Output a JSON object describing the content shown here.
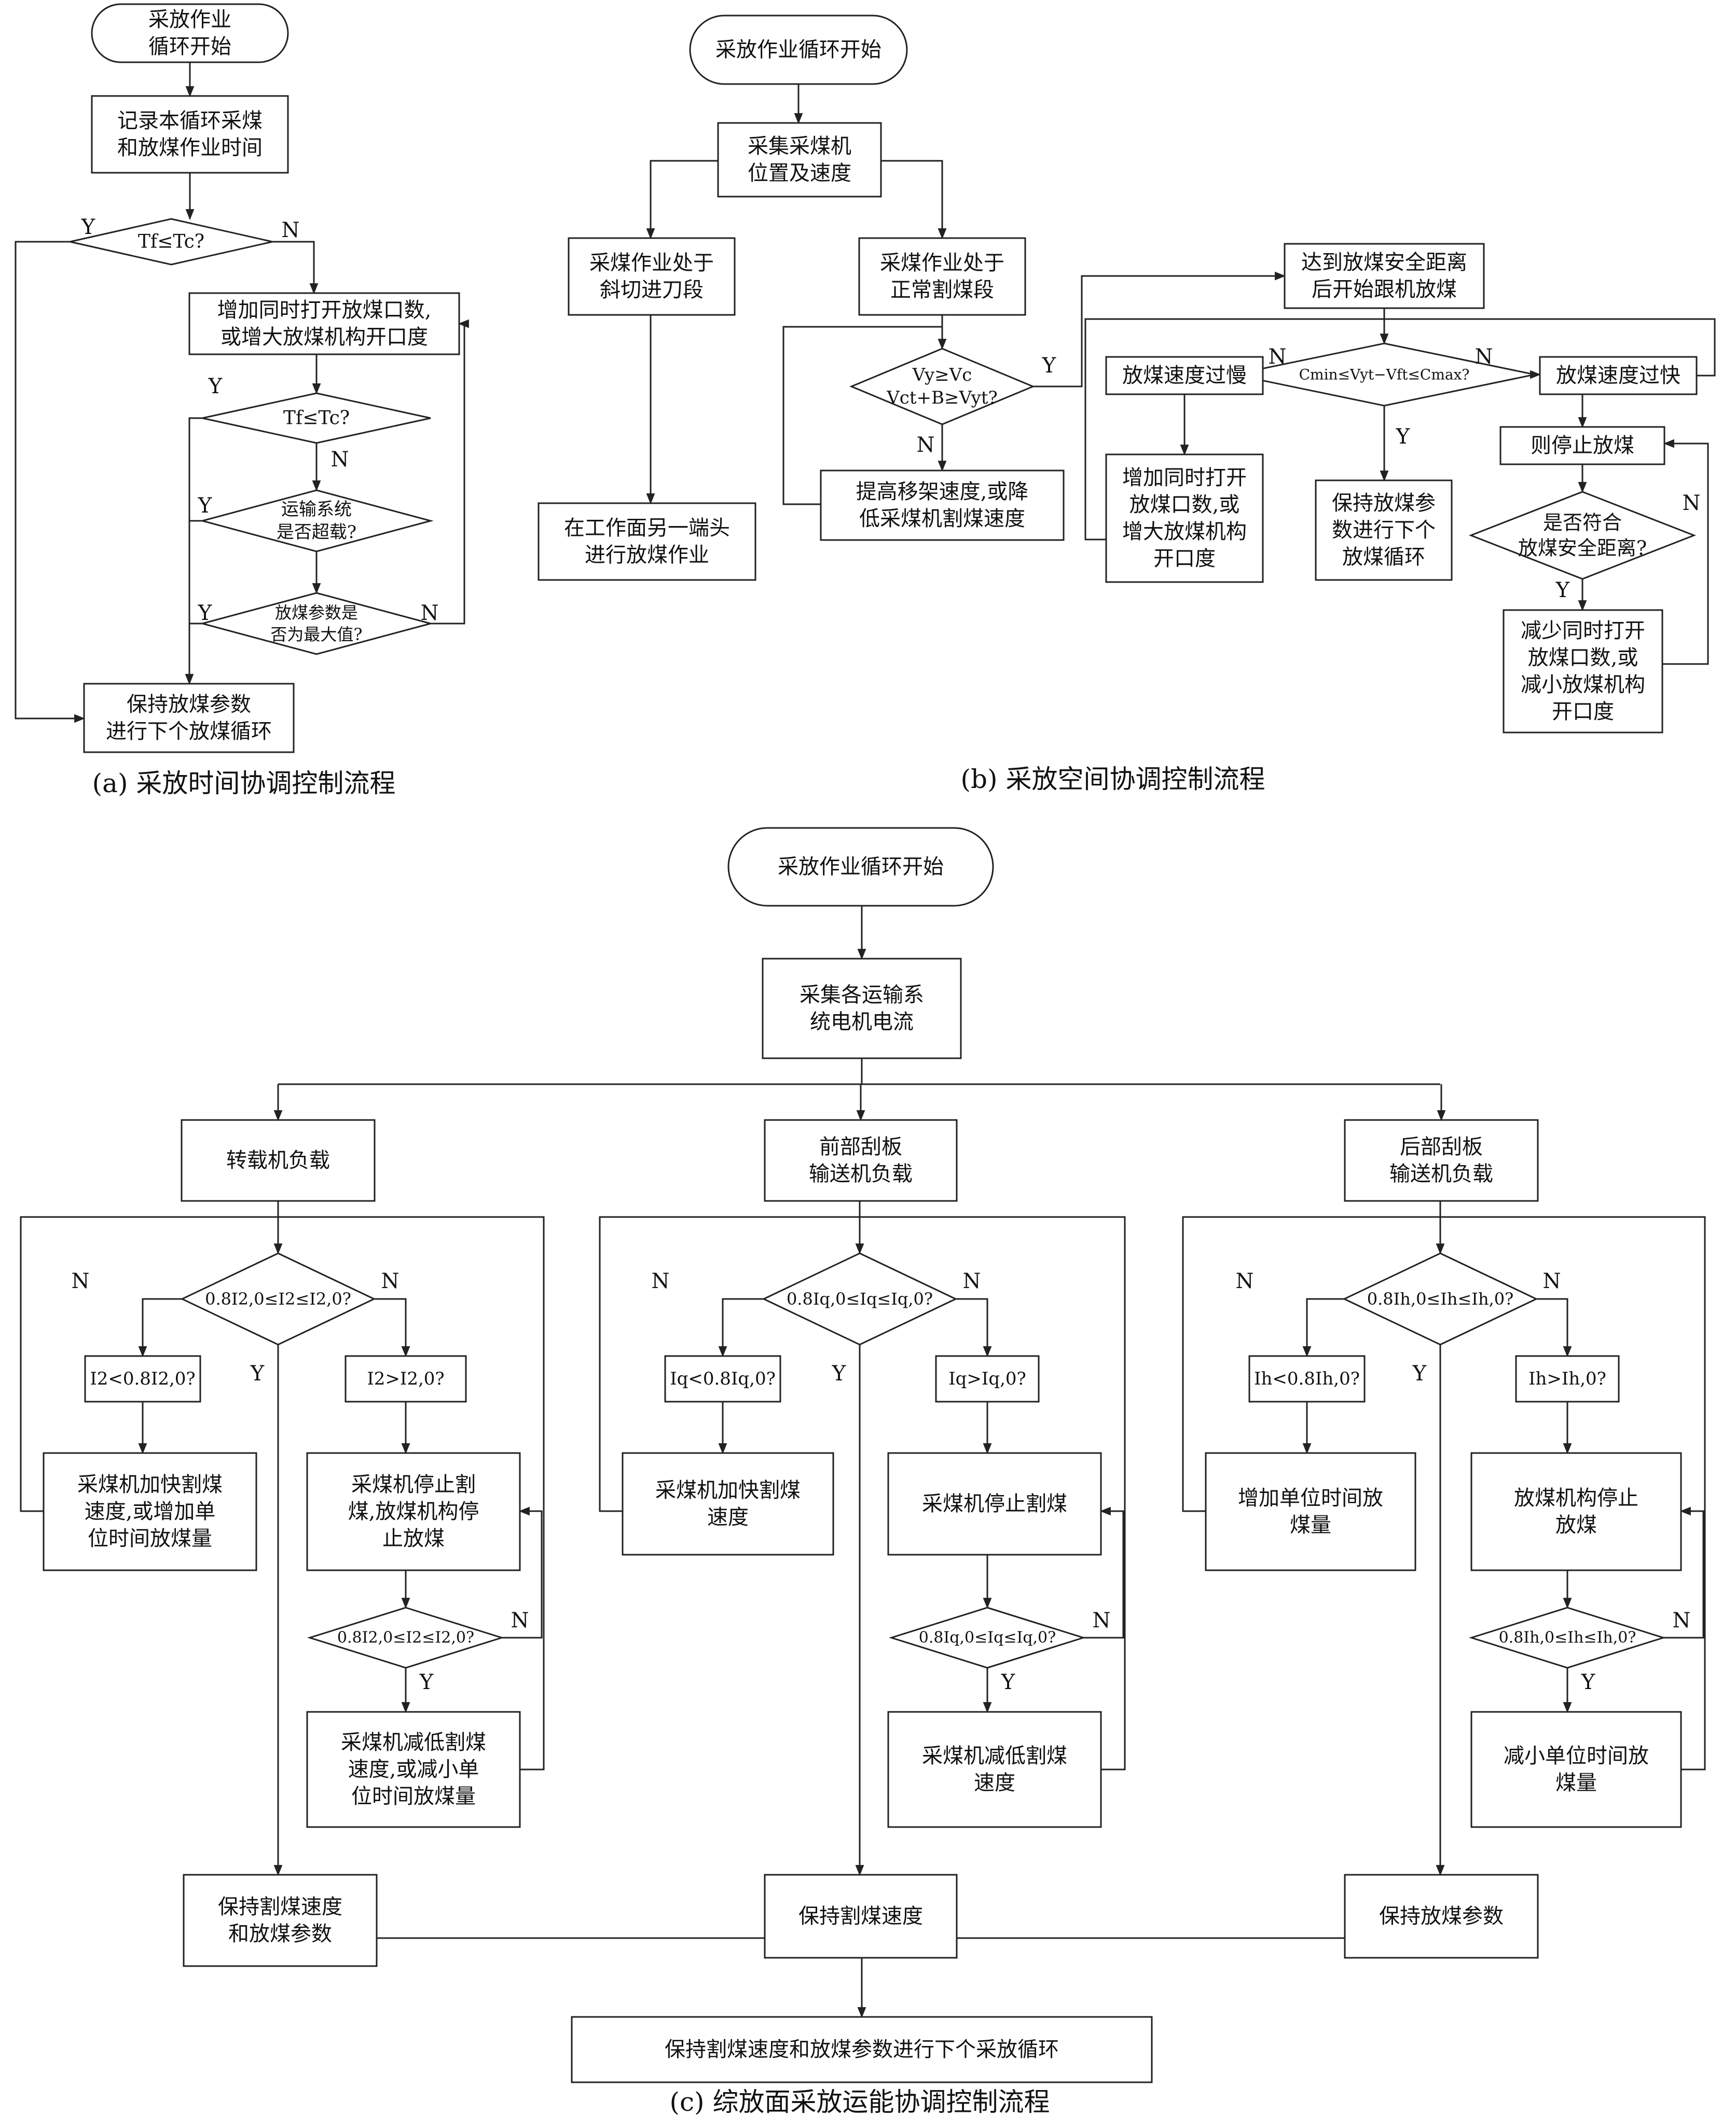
{
  "panel_a": {
    "caption": "(a) 采放时间协调控制流程",
    "start": [
      "采放作业",
      "循环开始"
    ],
    "record": [
      "记录本循环采煤",
      "和放煤作业时间"
    ],
    "check1": "Tf≤Tc?",
    "increase": [
      "增加同时打开放煤口数,",
      "或增大放煤机构开口度"
    ],
    "check2": "Tf≤Tc?",
    "overload": [
      "运输系统",
      "是否超载?"
    ],
    "maxparam": [
      "放煤参数是",
      "否为最大值?"
    ],
    "keep": [
      "保持放煤参数",
      "进行下个放煤循环"
    ]
  },
  "panel_b": {
    "caption": "(b) 采放空间协调控制流程",
    "start": "采放作业循环开始",
    "collect": [
      "采集采煤机",
      "位置及速度"
    ],
    "oblique": [
      "采煤作业处于",
      "斜切进刀段"
    ],
    "normal": [
      "采煤作业处于",
      "正常割煤段"
    ],
    "vcheck": [
      "Vy≥Vc",
      "Vct+B≥Vyt?"
    ],
    "raise": [
      "提高移架速度,或降",
      "低采煤机割煤速度"
    ],
    "other_end": [
      "在工作面另一端头",
      "进行放煤作业"
    ],
    "safe_dist": [
      "达到放煤安全距离",
      "后开始跟机放煤"
    ],
    "ccheck": "Cmin≤Vyt−Vft≤Cmax?",
    "too_slow": "放煤速度过慢",
    "too_fast": "放煤速度过快",
    "slow_action": [
      "增加同时打开",
      "放煤口数,或",
      "增大放煤机构",
      "开口度"
    ],
    "keep": [
      "保持放煤参",
      "数进行下个",
      "放煤循环"
    ],
    "stop": "则停止放煤",
    "safe_check": [
      "是否符合",
      "放煤安全距离?"
    ],
    "reduce": [
      "减少同时打开",
      "放煤口数,或",
      "减小放煤机构",
      "开口度"
    ]
  },
  "panel_c": {
    "caption": "(c) 综放面采放运能协调控制流程",
    "start": "采放作业循环开始",
    "collect": [
      "采集各运输系",
      "统电机电流"
    ],
    "left": {
      "title": "转载机负载",
      "check": "0.8I2,0≤I2≤I2,0?",
      "low": "I2<0.8I2,0?",
      "high": "I2>I2,0?",
      "low_action": [
        "采煤机加快割煤",
        "速度,或增加单",
        "位时间放煤量"
      ],
      "high_action": [
        "采煤机停止割",
        "煤,放煤机构停",
        "止放煤"
      ],
      "check2": "0.8I2,0≤I2≤I2,0?",
      "reduce": [
        "采煤机减低割煤",
        "速度,或减小单",
        "位时间放煤量"
      ],
      "keep": [
        "保持割煤速度",
        "和放煤参数"
      ]
    },
    "mid": {
      "title": [
        "前部刮板",
        "输送机负载"
      ],
      "check": "0.8Iq,0≤Iq≤Iq,0?",
      "low": "Iq<0.8Iq,0?",
      "high": "Iq>Iq,0?",
      "low_action": [
        "采煤机加快割煤",
        "速度"
      ],
      "high_action": [
        "采煤机停止割煤"
      ],
      "check2": "0.8Iq,0≤Iq≤Iq,0?",
      "reduce": [
        "采煤机减低割煤",
        "速度"
      ],
      "keep": [
        "保持割煤速度"
      ]
    },
    "right": {
      "title": [
        "后部刮板",
        "输送机负载"
      ],
      "check": "0.8Ih,0≤Ih≤Ih,0?",
      "low": "Ih<0.8Ih,0?",
      "high": "Ih>Ih,0?",
      "low_action": [
        "增加单位时间放",
        "煤量"
      ],
      "high_action": [
        "放煤机构停止",
        "放煤"
      ],
      "check2": "0.8Ih,0≤Ih≤Ih,0?",
      "reduce": [
        "减小单位时间放",
        "煤量"
      ],
      "keep": [
        "保持放煤参数"
      ]
    },
    "final": "保持割煤速度和放煤参数进行下个采放循环"
  },
  "labels": {
    "yes": "Y",
    "no": "N"
  }
}
